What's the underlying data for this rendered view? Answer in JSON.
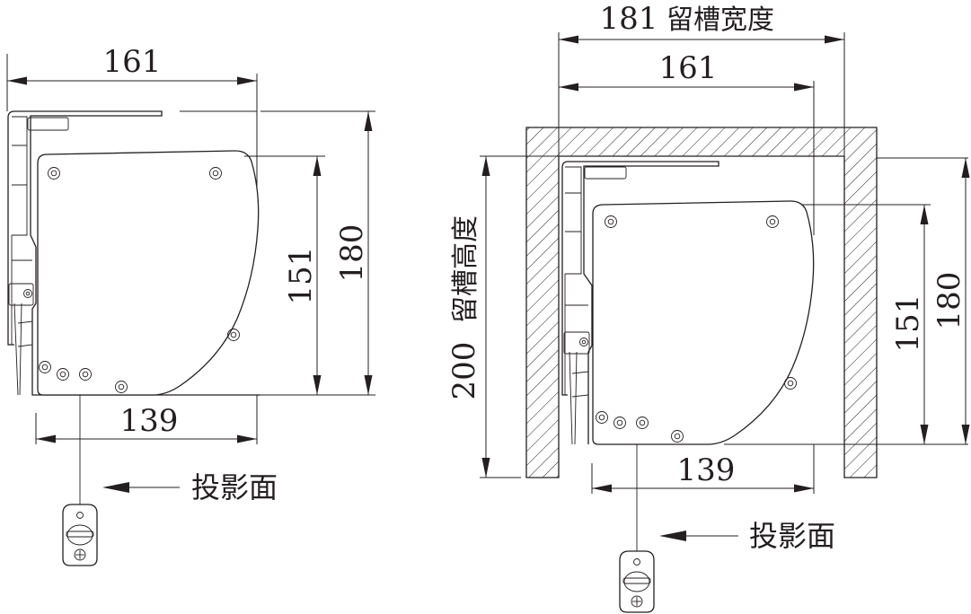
{
  "left_view": {
    "dim_top_width": "161",
    "dim_bottom_width": "139",
    "dim_inner_height": "151",
    "dim_outer_height": "180",
    "projection_label": "投影面"
  },
  "right_view": {
    "dim_slot_width": "181",
    "dim_slot_width_label": "留槽宽度",
    "dim_top_width": "161",
    "dim_bottom_width": "139",
    "dim_inner_height": "151",
    "dim_outer_height": "180",
    "dim_slot_height": "200",
    "dim_slot_height_label": "留槽高度",
    "projection_label": "投影面"
  },
  "colors": {
    "line": "#231f20",
    "background": "#ffffff"
  }
}
